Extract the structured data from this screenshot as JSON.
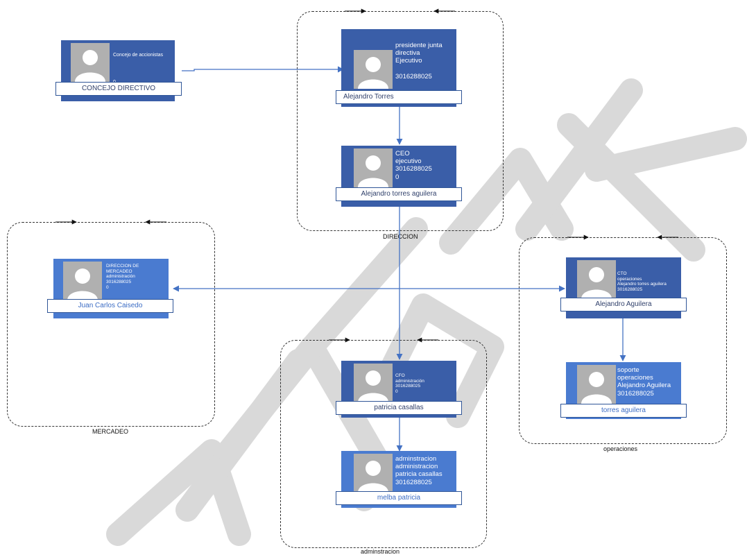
{
  "groups": {
    "direccion": "DIRECCION",
    "mercadeo": "MERCADEO",
    "operaciones": "operaciones",
    "adminstracion": "adminstracion"
  },
  "cards": {
    "concejo": {
      "lines": [
        "Concejo de accionistas",
        "",
        "",
        "0"
      ],
      "name": "CONCEJO DIRECTIVO"
    },
    "presidente": {
      "lines": [
        "presidente junta",
        "directiva",
        "Ejecutivo",
        "",
        "3016288025"
      ],
      "name": "Alejandro Torres"
    },
    "ceo": {
      "lines": [
        "CEO",
        "ejecutivo",
        "3016288025",
        "0"
      ],
      "name": "Alejandro torres aguilera"
    },
    "mercadeo": {
      "lines": [
        "DIRECCION DE",
        "MERCADEO",
        "administración",
        "3016288025",
        "0"
      ],
      "name": "Juan Carlos Caisedo"
    },
    "cto": {
      "lines": [
        "CTO",
        "operaciones",
        "Alejandro torres aguilera",
        "3016288025"
      ],
      "name": "Alejandro Aguilera"
    },
    "soporte": {
      "lines": [
        "soporte",
        "operaciones",
        "Alejandro Aguilera",
        "3016288025"
      ],
      "name": "torres aguilera"
    },
    "cfo": {
      "lines": [
        "CFO",
        "administración",
        "3016288025",
        "0"
      ],
      "name": "patricia casallas"
    },
    "adminstracion": {
      "lines": [
        "adminstracion",
        "administracion",
        "patricia casallas",
        "3016288025"
      ],
      "name": "melba patricia"
    }
  },
  "colors": {
    "card_dark": "#3a5ea8",
    "card_light": "#4a7bd0",
    "connector": "#4472c4",
    "watermark": "#d9d9d9"
  },
  "icons": {
    "photo": "person-placeholder-icon",
    "arrow": "arrowhead-icon"
  }
}
